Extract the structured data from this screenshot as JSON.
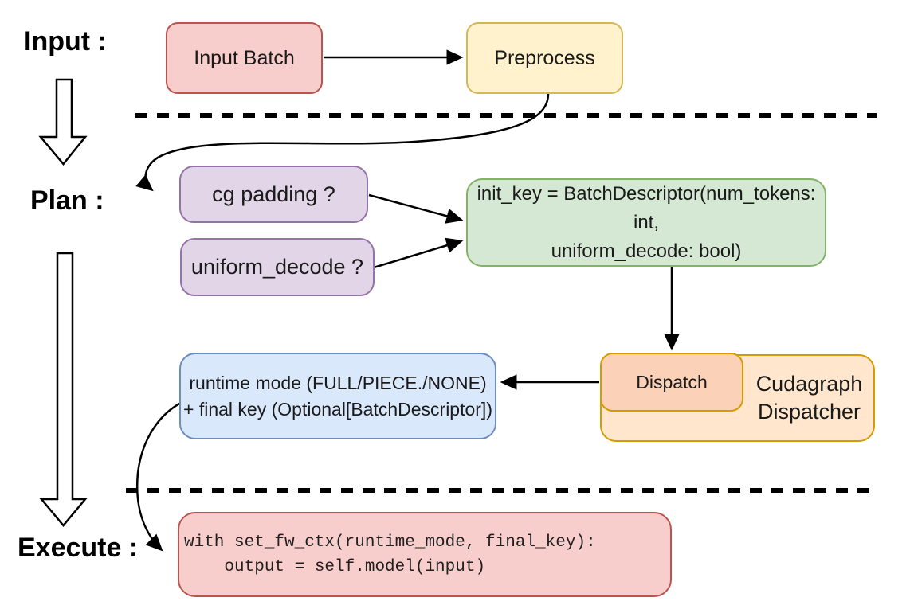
{
  "stages": {
    "input_label": "Input :",
    "plan_label": "Plan :",
    "execute_label": "Execute :"
  },
  "nodes": {
    "input_batch": {
      "label": "Input Batch",
      "fill": "#F8CECC",
      "border": "#B85450"
    },
    "preprocess": {
      "label": "Preprocess",
      "fill": "#FFF2CC",
      "border": "#D6B656"
    },
    "cg_padding": {
      "label": "cg padding ?",
      "fill": "#E1D5E7",
      "border": "#9673A6"
    },
    "uniform_decode": {
      "label": "uniform_decode ?",
      "fill": "#E1D5E7",
      "border": "#9673A6"
    },
    "init_key": {
      "line1": "init_key = BatchDescriptor(num_tokens: int,",
      "line2": "uniform_decode: bool)",
      "fill": "#D5E8D4",
      "border": "#82B366"
    },
    "runtime_mode": {
      "line1": "runtime mode (FULL/PIECE./NONE)",
      "line2": "+ final key (Optional[BatchDescriptor])",
      "fill": "#DAE8FC",
      "border": "#6C8EBF"
    },
    "dispatch": {
      "label": "Dispatch",
      "fill": "#FBD2B8",
      "border": "#D79B00"
    },
    "cudagraph_dispatcher": {
      "line1": "Cudagraph",
      "line2": "Dispatcher",
      "fill": "#FFE6CC",
      "border": "#D79B00"
    },
    "execute_code": {
      "code_line1": "with set_fw_ctx(runtime_mode, final_key):",
      "code_line2": "    output = self.model(input)",
      "fill": "#F8CECC",
      "border": "#B85450"
    }
  },
  "connector_color": "#000000"
}
